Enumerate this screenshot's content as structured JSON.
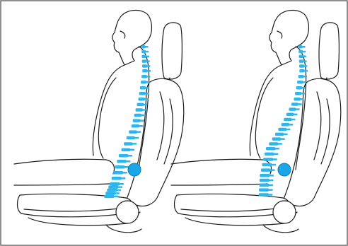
{
  "figure": {
    "panels": [
      {
        "id": "left",
        "description_id": "posture-a"
      },
      {
        "id": "right",
        "description_id": "posture-b"
      }
    ],
    "colors": {
      "outline": "#1a1a1a",
      "spine": "#2bb6ee",
      "lumbar_support": "#1aa7e8",
      "border": "#6a6a6a",
      "background": "#ffffff"
    }
  }
}
